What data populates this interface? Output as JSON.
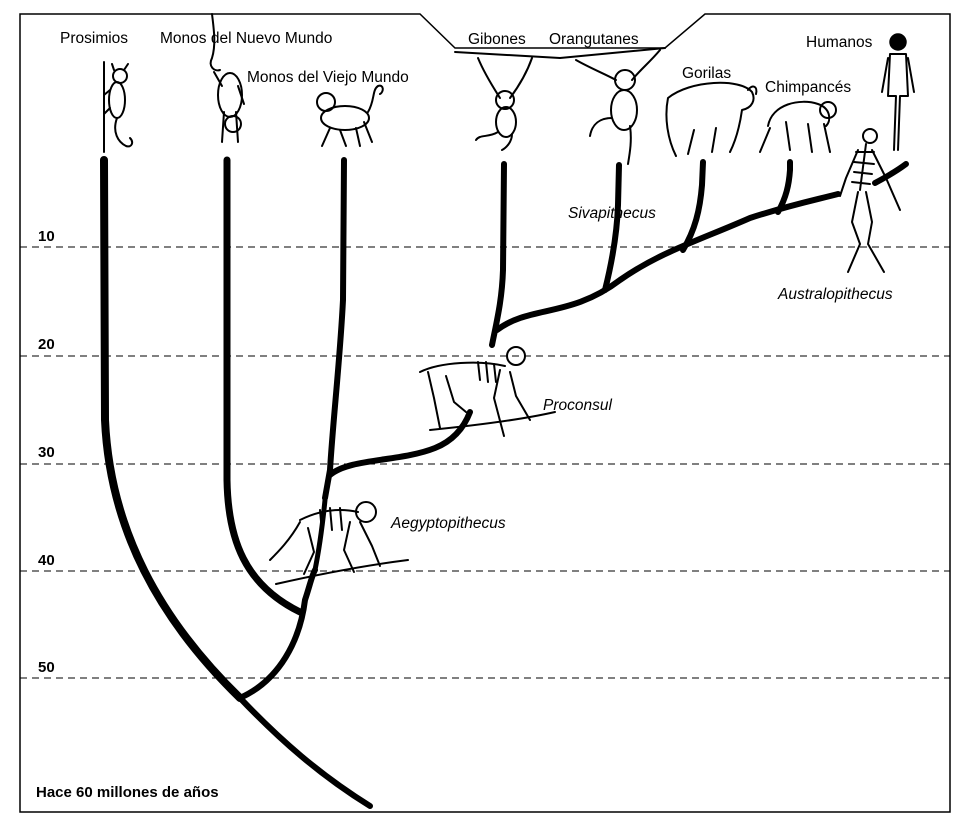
{
  "taxa": {
    "prosimians": "Prosimios",
    "new_world_monkeys": "Monos del Nuevo Mundo",
    "old_world_monkeys": "Monos del Viejo Mundo",
    "gibbons": "Gibones",
    "orangutans": "Orangutanes",
    "gorillas": "Gorilas",
    "chimpanzees": "Chimpancés",
    "humans": "Humanos"
  },
  "fossils": {
    "sivapithecus": "Sivapithecus",
    "australopithecus": "Australopithecus",
    "proconsul": "Proconsul",
    "aegyptopithecus": "Aegyptopithecus"
  },
  "time_axis": {
    "ticks": [
      "10",
      "20",
      "30",
      "40",
      "50"
    ],
    "base_label": "Hace 60 millones de años"
  }
}
